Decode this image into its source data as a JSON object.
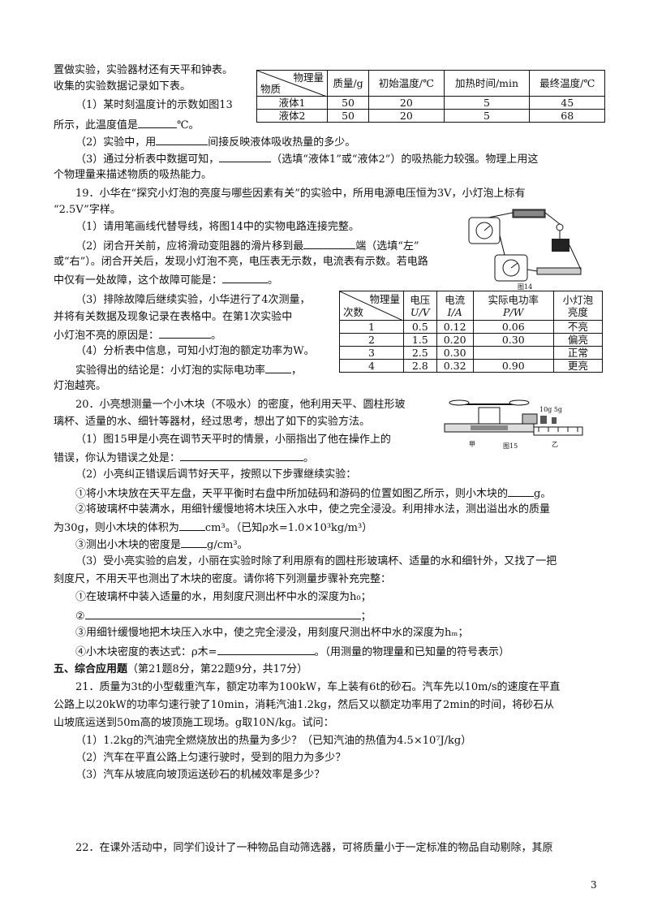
{
  "lines": {
    "l1": "置做实验，实验器材还有天平和钟表。",
    "l2": "收集的实验数据记录如下表。",
    "l3": "（1）某时刻温度计的示数如图13",
    "l4a": "所示，此温度值是",
    "l4b": "℃。",
    "l5a": "（2）实验中，用",
    "l5b": "间接反映液体吸收热量的多少。",
    "l6a": "（3）通过分析表中数据可知，",
    "l6b": "（选填“液体1”或“液体2”）的吸热能力较强。物理上用这",
    "l7": "个物理量来描述物质的吸热能力。",
    "l8": "19．小华在“探究小灯泡的亮度与哪些因素有关”的实验中，所用电源电压恒为3V，小灯泡上标有",
    "l9": "“2.5V”字样。",
    "l10": "（1）请用笔画线代替导线，将图14中的实物电路连接完整。",
    "l11a": "（2）闭合开关前，应将滑动变阻器的滑片移到最",
    "l11b": "端（选填“左”",
    "l12": "或“右”）。闭合开关后，发现小灯泡不亮，电压表无示数，电流表有示数。若电路",
    "l13a": "中仅有一处故障，这个故障可能是：",
    "l13b": "。",
    "l14": "（3）排除故障后继续实验，小华进行了4次测量，",
    "l15": "并将有关数据及现象记录在表格中。在第1次实验中",
    "l16a": "小灯泡不亮的原因是：",
    "l16b": "。",
    "l17": "分析表中信息，可知小灯泡的额定功率为W。",
    "l18a": "实验得出的结论是：小灯泡的实际电功率",
    "l18b": "，",
    "l19": "灯泡越亮。",
    "l20": "20．小亮想测量一个小木块（不吸水）的密度，他利用天平、圆柱形玻",
    "l21": "璃杯、适量的水、细针等器材，经过思考，想出了如下的实验方法。",
    "l22": "（1）图15甲是小亮在调节天平时的情景，小丽指出了他在操作上的",
    "l23a": "错误，你认为错误之处是：",
    "l23b": "。",
    "l24": "（2）小亮纠正错误后调节好天平，按照以下步骤继续实验：",
    "l25a": "①将小木块放在天平左盘，天平平衡时右盘中所加砝码和游码的位置如图乙所示，则小木块的",
    "l25b": "g。",
    "l26": "②将玻璃杯中装满水，用细针缓慢地将木块压入水中，使之完全浸没。利用排水法，测出溢出水的质量",
    "l27a": "为30g，则小木块的体积为",
    "l27b": "cm³。（已知ρ水=1.0×10³kg/m³）",
    "l28a": "③测出小木块的密度是",
    "l28b": "g/cm³。",
    "l29": "（3）受小亮实验的启发，小丽在实验时除了利用原有的圆柱形玻璃杯、适量的水和细针外，又找了一把",
    "l30": "刻度尺，不用天平也测出了木块的密度。请你将下列测量步骤补充完整：",
    "l31": "①在玻璃杯中装入适量的水，用刻度尺测出杯中水的深度为h₀；",
    "l32a": "②",
    "l32b": "；",
    "l33": "③用细针缓慢地把木块压入水中，使之完全浸没，用刻度尺测出杯中水的深度为hₘ；",
    "l34a": "④小木块密度的表达式：ρ木=",
    "l34b": "。（用测量的物理量和已知量的符号表示）",
    "l35a": "五、综合应用题",
    "l35b": "（第21题8分，第22题9分，共17分）",
    "l36": "21．质量为3t的小型载重汽车，额定功率为100kW，车上装有6t的砂石。汽车先以10m/s的速度在平直",
    "l37": "公路上以20kW的功率匀速行驶了10min，消耗汽油1.2kg，然后又以额定功率用了2min的时间，将砂石从",
    "l38": "山坡底运送到50m高的坡顶施工现场。g取10N/kg。试问：",
    "l39": "（1）1.2kg的汽油完全燃烧放出的热量为多少？（已知汽油的热值为4.5×10⁷J/kg）",
    "l40": "（2）汽车在平直公路上匀速行驶时，受到的阻力为多少？",
    "l41": "（3）汽车从坡底向坡顶运送砂石的机械效率是多少？",
    "l42": "22．在课外活动中，同学们设计了一种物品自动筛选器，可将质量小于一定标准的物品自动剔除，其原",
    "page_no": "3"
  },
  "table1": {
    "head_top": "物理量",
    "head_bottom": "物质",
    "columns": [
      "质量/g",
      "初始温度/℃",
      "加热时间/min",
      "最终温度/℃"
    ],
    "rows": [
      {
        "name": "液体1",
        "cells": [
          "50",
          "20",
          "5",
          "45"
        ]
      },
      {
        "name": "液体2",
        "cells": [
          "50",
          "20",
          "5",
          "68"
        ]
      }
    ]
  },
  "table2": {
    "head_top": "物理量",
    "head_bottom": "次数",
    "columns": [
      {
        "l1": "电压",
        "l2": "U/V"
      },
      {
        "l1": "电流",
        "l2": "I/A"
      },
      {
        "l1": "实际电功率",
        "l2": "P/W"
      },
      {
        "l1": "小灯泡",
        "l2": "亮度"
      }
    ],
    "rows": [
      [
        "1",
        "0.5",
        "0.12",
        "0.06",
        "不亮"
      ],
      [
        "2",
        "1.5",
        "0.20",
        "0.30",
        "偏亮"
      ],
      [
        "3",
        "2.5",
        "0.30",
        "",
        "正常"
      ],
      [
        "4",
        "2.8",
        "0.32",
        "0.90",
        "更亮"
      ]
    ]
  },
  "fig14": {
    "caption": "图14"
  },
  "fig15": {
    "caption": "图15",
    "label_jia": "甲",
    "label_yi": "乙",
    "weights": "10g 5g"
  }
}
